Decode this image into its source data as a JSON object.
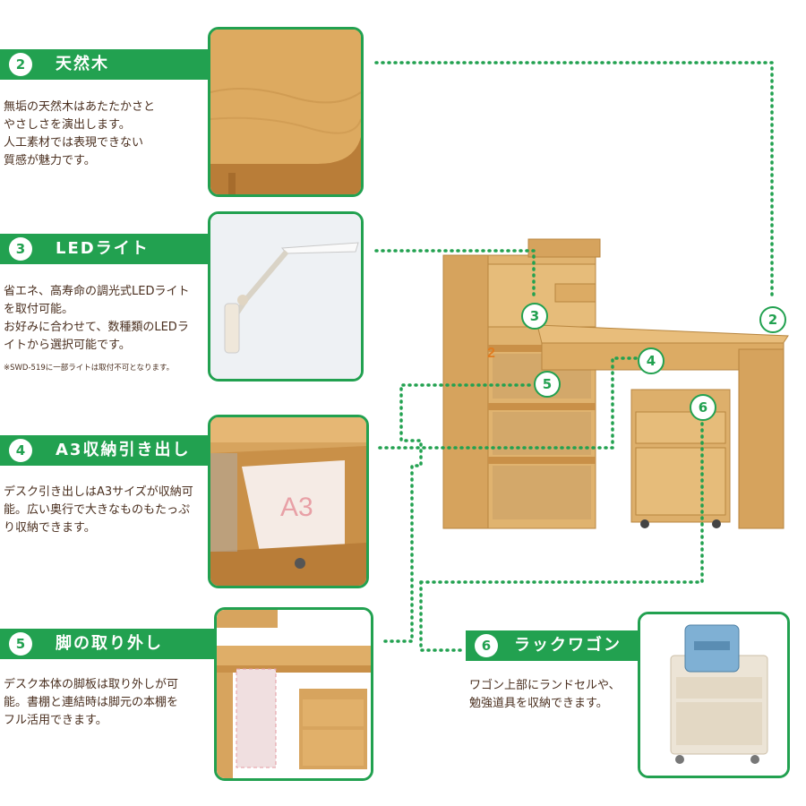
{
  "features": [
    {
      "num": "2",
      "title": "天然木",
      "lines": [
        "無垢の天然木はあたたかさと",
        "やさしさを演出します。",
        "人工素材では表現できない",
        "質感が魅力です。"
      ]
    },
    {
      "num": "3",
      "title": "LEDライト",
      "lines": [
        "省エネ、高寿命の調光式LEDライト",
        "を取付可能。",
        "お好みに合わせて、数種類のLEDラ",
        "イトから選択可能です。"
      ],
      "note": "※SWD-519に一部ライトは取付不可となります。"
    },
    {
      "num": "4",
      "title": "A3収納引き出し",
      "lines": [
        "デスク引き出しはA3サイズが収納可",
        "能。広い奥行で大きなものもたっぷ",
        "り収納できます。"
      ],
      "photo_label": "A3"
    },
    {
      "num": "5",
      "title": "脚の取り外し",
      "lines": [
        "デスク本体の脚板は取り外しが可",
        "能。書棚と連結時は脚元の本棚を",
        "フル活用できます。"
      ]
    },
    {
      "num": "6",
      "title": "ラックワゴン",
      "lines": [
        "ワゴン上部にランドセルや、",
        "勉強道具を収納できます。"
      ]
    }
  ],
  "callouts": {
    "c2": "2",
    "c3": "3",
    "c4": "4",
    "c5": "5",
    "c6": "6",
    "orange": "2"
  },
  "colors": {
    "accent": "#22a150",
    "wood": "#d9a862",
    "text": "#4a2f1f"
  }
}
